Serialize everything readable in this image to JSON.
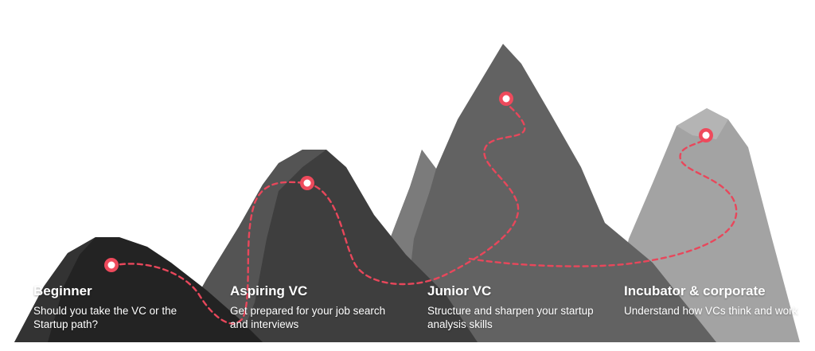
{
  "stages": [
    {
      "title": "Beginner",
      "description": "Should you take the VC or the Startup path?"
    },
    {
      "title": "Aspiring VC",
      "description": "Get prepared for your job search and interviews"
    },
    {
      "title": "Junior VC",
      "description": "Structure and sharpen your startup analysis skills"
    },
    {
      "title": "Incubator & corporate",
      "description": "Understand how VCs think and work"
    }
  ],
  "colors": {
    "pin": "#ee4a5c",
    "trail": "#e8475b",
    "mountain_beginner": "#232323",
    "mountain_aspiring": "#3e3e3e",
    "mountain_junior": "#626262",
    "mountain_incubator": "#a3a3a3"
  }
}
